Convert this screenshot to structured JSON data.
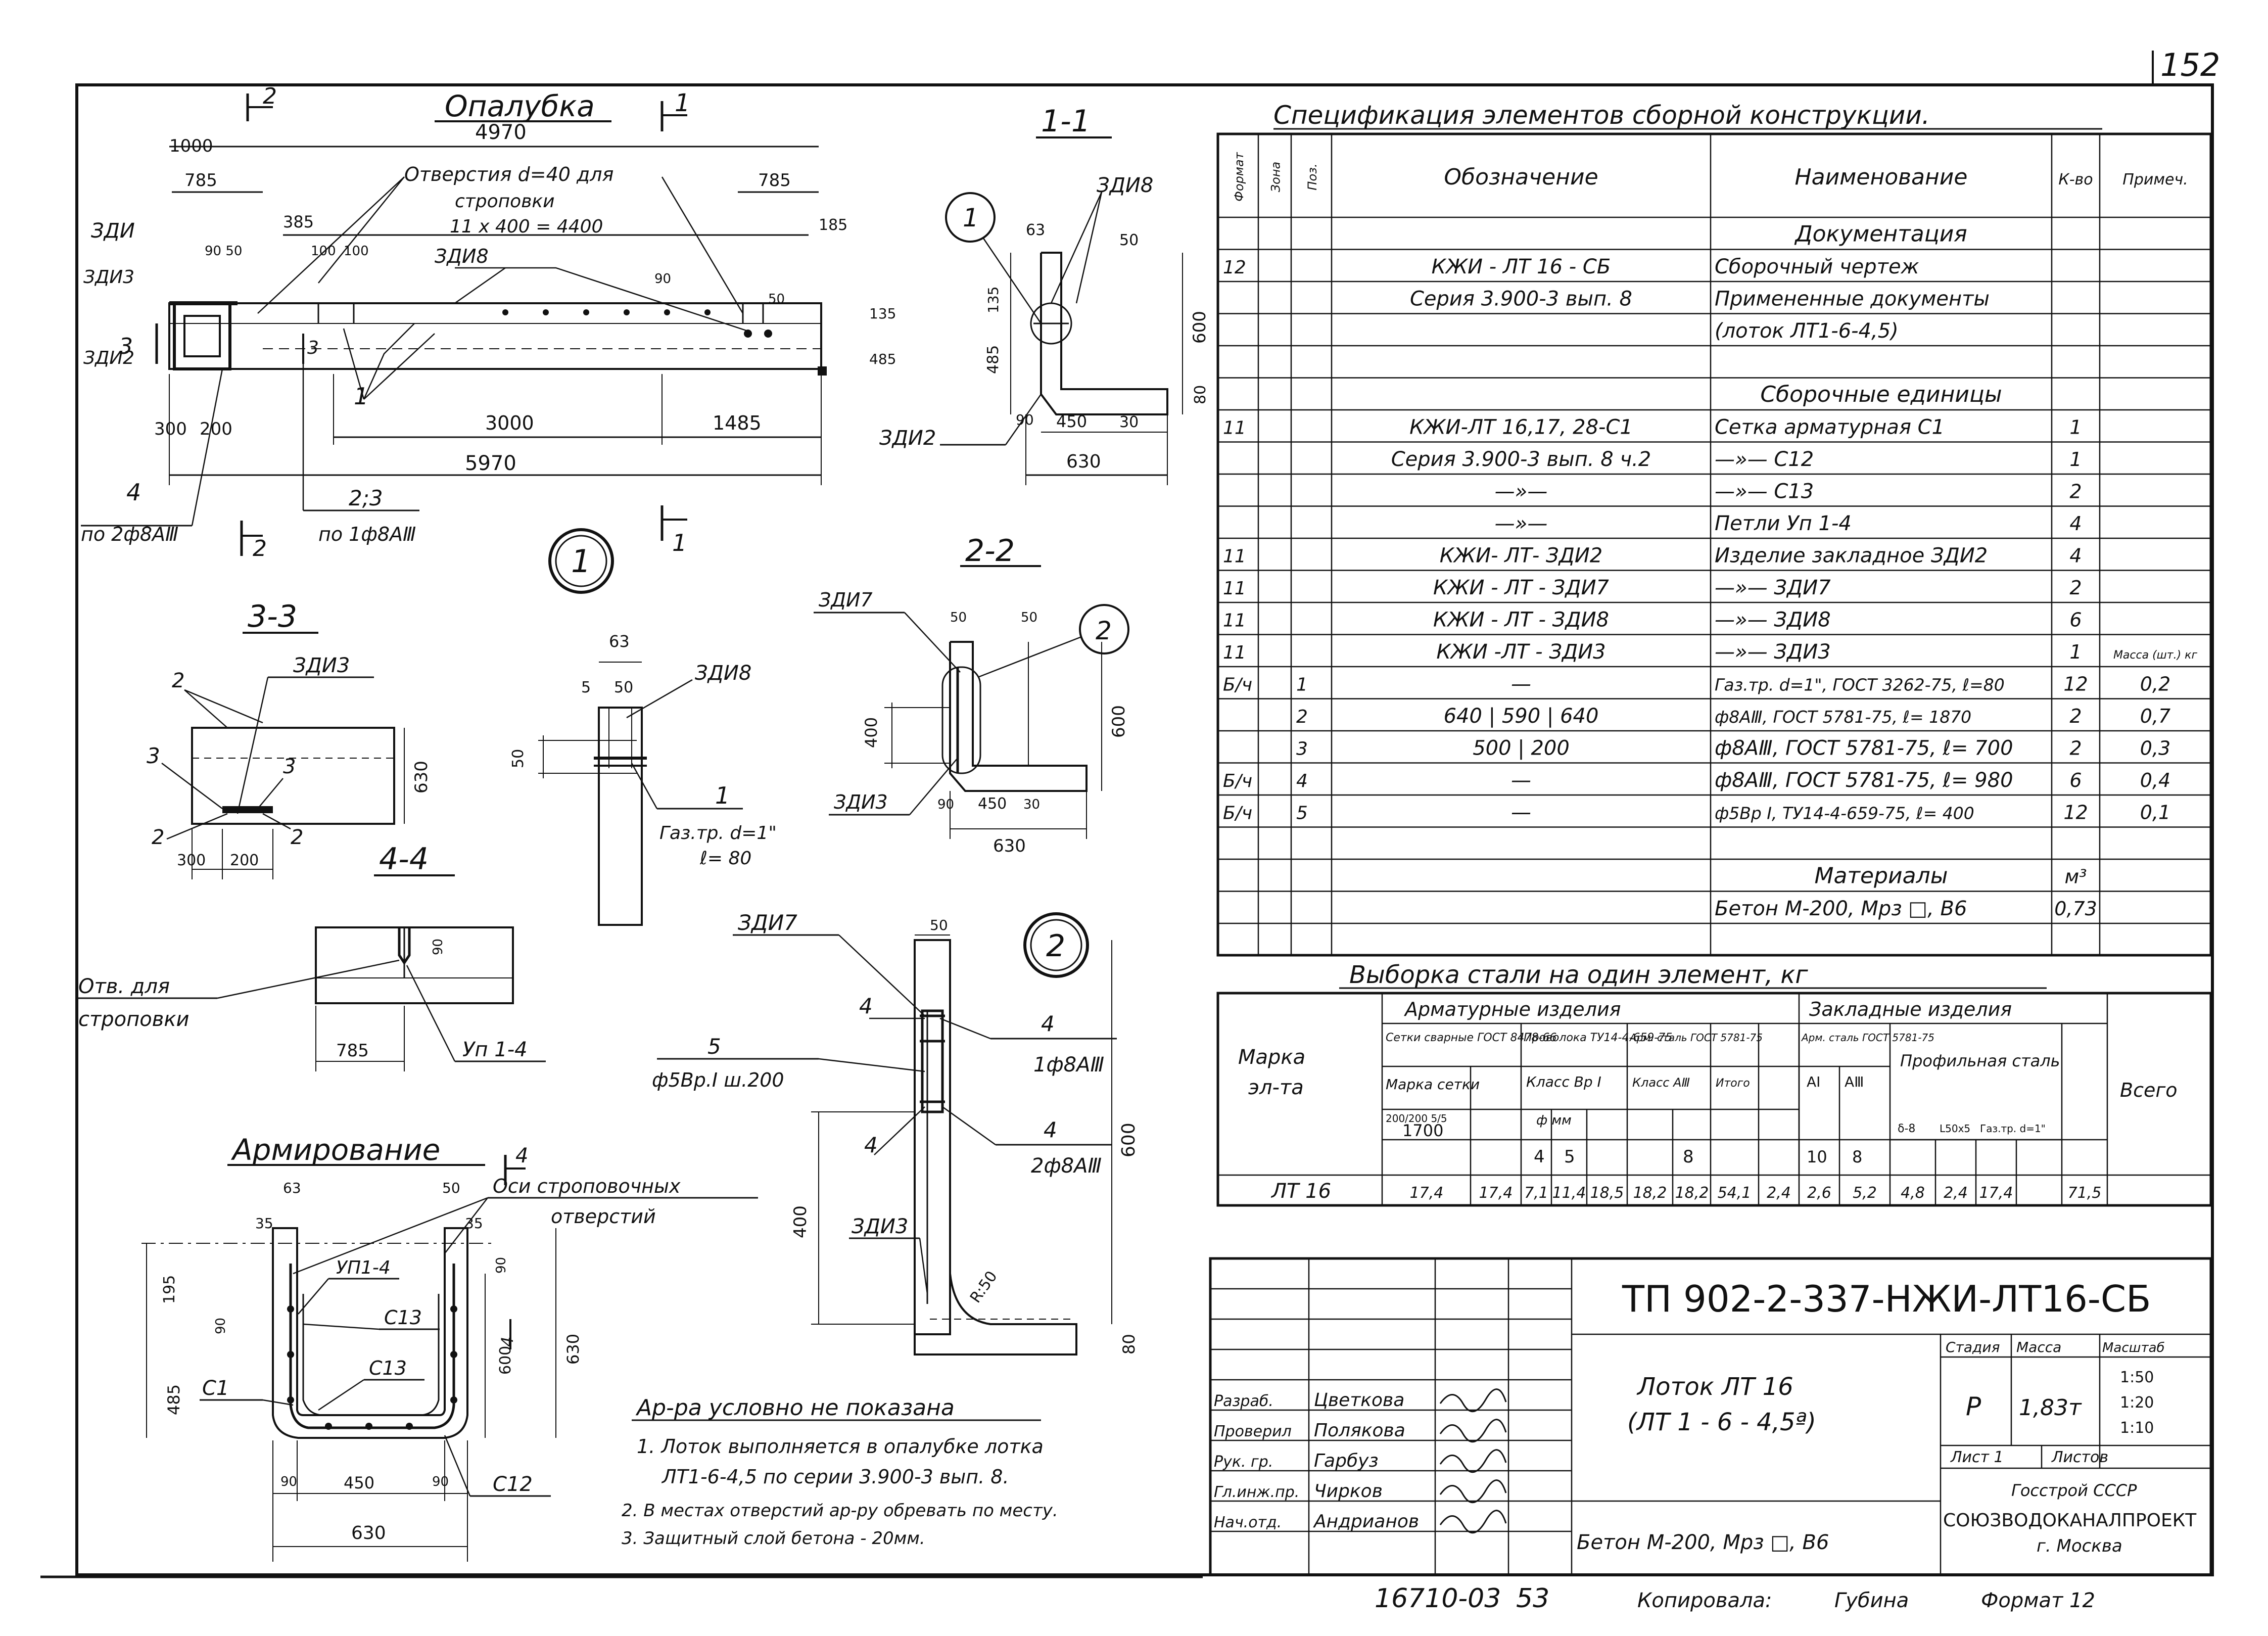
{
  "page_number": "152",
  "opalubka": {
    "title": "Опалубка",
    "section_mark_2": "2",
    "section_mark_1": "1",
    "dim_total_top": "4970",
    "dim_1000": "1000",
    "dim_785_left": "785",
    "dim_785_right": "785",
    "dim_385": "385",
    "dim_185": "185",
    "holes_label_1": "Отверстия d=40 для",
    "holes_label_2": "строповки",
    "holes_spacing": "11 x 400 = 4400",
    "label_zdi": "ЗДИ",
    "label_zdi3": "ЗДИ3",
    "label_zdi2": "ЗДИ2",
    "label_zdi8": "ЗДИ8",
    "label_zdi2_right": "ЗДИ2",
    "dim_90_50": "90 50",
    "dim_100": "100",
    "dim_100b": "100",
    "dim_90": "90",
    "dim_50": "50",
    "dim_135": "135",
    "dim_485": "485",
    "section_3": "3",
    "mark_1": "1",
    "dim_300": "300",
    "dim_200": "200",
    "dim_3000": "3000",
    "dim_1485": "1485",
    "dim_5970": "5970",
    "callout_4": "4",
    "callout_4_text": "по 2ф8АⅢ",
    "callout_23": "2;3",
    "callout_23_text": "по 1ф8АⅢ",
    "sect_2_bottom": "2",
    "sect_1_bottom": "1"
  },
  "section_1_1": {
    "title": "1-1",
    "label_zdi8": "ЗДИ8",
    "label_zdi2": "ЗДИ2",
    "dim_63": "63",
    "dim_50": "50",
    "dim_135": "135",
    "dim_485": "485",
    "dim_600": "600",
    "dim_80": "80",
    "dim_90": "90",
    "dim_450": "450",
    "dim_30": "30",
    "dim_630": "630",
    "node_1": "1"
  },
  "node_1_big": "1",
  "detail_node1": {
    "dim_63": "63",
    "dim_5": "5",
    "dim_50": "50",
    "dim_50_side": "50",
    "label_zdi8": "ЗДИ8",
    "callout": "1",
    "pipe_1": "Газ.тр. d=1\"",
    "pipe_2": "ℓ= 80"
  },
  "section_3_3": {
    "title": "3-3",
    "label_zdi3": "ЗДИ3",
    "mark_2_top": "2",
    "mark_3_left": "3",
    "mark_3_mid": "3",
    "mark_2_left": "2",
    "mark_2_right": "2",
    "dim_630": "630",
    "dim_300": "300",
    "dim_200": "200"
  },
  "section_4_4": {
    "title": "4-4",
    "hole_label_1": "Отв. для",
    "hole_label_2": "строповки",
    "dim_90": "90",
    "dim_785": "785",
    "loop": "Уп 1-4"
  },
  "section_2_2": {
    "title": "2-2",
    "label_zdi7": "ЗДИ7",
    "label_zdi3": "ЗДИ3",
    "dim_50a": "50",
    "dim_50b": "50",
    "dim_400": "400",
    "dim_600": "600",
    "dim_90": "90",
    "dim_450": "450",
    "dim_30": "30",
    "dim_630": "630",
    "node_2": "2"
  },
  "detail_node2": {
    "node_2": "2",
    "dim_50": "50",
    "label_zdi7": "ЗДИ7",
    "label_zdi3": "ЗДИ3",
    "mark_4a": "4",
    "mark_4b": "4",
    "mark_4c": "4",
    "mark_4d": "4",
    "mark_5": "5",
    "rebar_5": "ф5Вр.I ш.200",
    "rebar_4a": "1ф8АⅢ",
    "rebar_4b": "2ф8АⅢ",
    "dim_400": "400",
    "dim_600": "600",
    "dim_80": "80",
    "dim_r": "R:50"
  },
  "armirovanie": {
    "title": "Армирование",
    "dim_63": "63",
    "dim_35a": "35",
    "dim_50": "50",
    "dim_35b": "35",
    "mark_4": "4",
    "axes_1": "Оси строповочных",
    "axes_2": "отверстий",
    "loop": "УП1-4",
    "c13a": "С13",
    "c13b": "С13",
    "c1": "С1",
    "c12": "С12",
    "dim_195": "195",
    "dim_90a": "90",
    "dim_485": "485",
    "dim_600": "600",
    "dim_630v": "630",
    "dim_90b": "90",
    "dim_90c": "90",
    "dim_450": "450",
    "dim_90d": "90",
    "dim_630": "630",
    "mark_4b": "4"
  },
  "notes": {
    "heading": "Ар-ра условно не показана",
    "n1a": "1. Лоток выполняется в опалубке лотка",
    "n1b": "ЛТ1-6-4,5 по серии 3.900-3 вып. 8.",
    "n2": "2. В местах отверстий ар-ру обревать по месту.",
    "n3": "3. Защитный слой бетона - 20мм."
  },
  "spec": {
    "title": "Спецификация элементов сборной конструкции.",
    "headers": [
      "Формат",
      "Зона",
      "Поз.",
      "Обозначение",
      "Наименование",
      "К-во",
      "Примеч."
    ],
    "rows": [
      [
        "",
        "",
        "",
        "",
        "Документация",
        "",
        ""
      ],
      [
        "12",
        "",
        "",
        "КЖИ - ЛТ 16 - СБ",
        "Сборочный чертеж",
        "",
        ""
      ],
      [
        "",
        "",
        "",
        "Серия 3.900-3 вып. 8",
        "Примененные документы",
        "",
        ""
      ],
      [
        "",
        "",
        "",
        "",
        "(лоток ЛТ1-6-4,5)",
        "",
        ""
      ],
      [
        "",
        "",
        "",
        "",
        "",
        "",
        ""
      ],
      [
        "",
        "",
        "",
        "",
        "Сборочные единицы",
        "",
        ""
      ],
      [
        "11",
        "",
        "",
        "КЖИ-ЛТ 16,17, 28-С1",
        "Сетка арматурная С1",
        "1",
        ""
      ],
      [
        "",
        "",
        "",
        "Серия 3.900-3 вып. 8 ч.2",
        "—»— С12",
        "1",
        ""
      ],
      [
        "",
        "",
        "",
        "—»—",
        "—»— С13",
        "2",
        ""
      ],
      [
        "",
        "",
        "",
        "—»—",
        "Петли Уп 1-4",
        "4",
        ""
      ],
      [
        "11",
        "",
        "",
        "КЖИ- ЛТ- ЗДИ2",
        "Изделие закладное ЗДИ2",
        "4",
        ""
      ],
      [
        "11",
        "",
        "",
        "КЖИ - ЛТ - ЗДИ7",
        "—»— ЗДИ7",
        "2",
        ""
      ],
      [
        "11",
        "",
        "",
        "КЖИ - ЛТ - ЗДИ8",
        "—»— ЗДИ8",
        "6",
        ""
      ],
      [
        "11",
        "",
        "",
        "КЖИ -ЛТ - ЗДИ3",
        "—»— ЗДИ3",
        "1",
        "Масса (шт.) кг"
      ],
      [
        "Б/ч",
        "",
        "1",
        "—",
        "Газ.тр. d=1\", ГОСТ 3262-75, ℓ=80",
        "12",
        "0,2"
      ],
      [
        "",
        "",
        "2",
        "640 | 590 | 640",
        "ф8АⅢ, ГОСТ 5781-75, ℓ= 1870",
        "2",
        "0,7"
      ],
      [
        "",
        "",
        "3",
        "500 | 200",
        "ф8АⅢ, ГОСТ 5781-75, ℓ= 700",
        "2",
        "0,3"
      ],
      [
        "Б/ч",
        "",
        "4",
        "—",
        "ф8АⅢ, ГОСТ 5781-75, ℓ= 980",
        "6",
        "0,4"
      ],
      [
        "Б/ч",
        "",
        "5",
        "—",
        "ф5Вр I, ТУ14-4-659-75, ℓ= 400",
        "12",
        "0,1"
      ],
      [
        "",
        "",
        "",
        "",
        "",
        "",
        ""
      ],
      [
        "",
        "",
        "",
        "",
        "Материалы",
        "м³",
        ""
      ],
      [
        "",
        "",
        "",
        "",
        "Бетон М-200, Мрз □, В6",
        "0,73",
        ""
      ],
      [
        "",
        "",
        "",
        "",
        "",
        "",
        ""
      ]
    ]
  },
  "steel": {
    "title": "Выборка стали на один элемент, кг",
    "h_mark": "Марка",
    "h_mark2": "эл-та",
    "h_arm": "Арматурные изделия",
    "h_embed": "Закладные изделия",
    "h_total": "Всего",
    "h_mesh": "Сетки сварные ГОСТ 8478-66",
    "h_wire": "Проволока ТУ14-4-659-75",
    "h_rebar": "Арм. сталь ГОСТ 5781-75",
    "h_mark_mesh": "Марка сетки",
    "h_class_bp": "Класс Вр I",
    "h_class_a": "Класс АⅢ",
    "h_itogo": "Итого",
    "h_mesh_sub": "200/200 5/5",
    "h_1700": "1700",
    "h_diam": "ф мм",
    "h_4": "4",
    "h_5": "5",
    "h_8": "8",
    "h_e_steel": "Арм. сталь ГОСТ 5781-75",
    "h_ai": "АI",
    "h_aiii": "АⅢ",
    "h_10": "10",
    "h_8b": "8",
    "h_profile": "Профильная сталь",
    "h_p1": "δ-8",
    "h_p2": "L50x5",
    "h_p3": "Газ.тр. d=1\"",
    "row": [
      "ЛТ 16",
      "17,4",
      "17,4",
      "7,1",
      "11,4",
      "18,5",
      "18,2",
      "18,2",
      "54,1",
      "2,4",
      "2,6",
      "5,2",
      "4,8",
      "2,4",
      "17,4",
      "71,5"
    ]
  },
  "title_block": {
    "code": "ТП 902-2-337-НЖИ-ЛТ16-СБ",
    "name_1": "Лоток ЛТ 16",
    "name_2": "(ЛТ 1 - 6 - 4,5ª)",
    "concrete": "Бетон М-200, Мрз □, В6",
    "h_stage": "Стадия",
    "h_mass": "Масса",
    "h_scale": "Масштаб",
    "stage": "Р",
    "mass": "1,83т",
    "scale_1": "1:50",
    "scale_2": "1:20",
    "scale_3": "1:10",
    "sheet": "Лист 1",
    "sheets": "Листов",
    "org_1": "Госстрой СССР",
    "org_2": "СОЮЗВОДОКАНАЛПРОЕКТ",
    "org_3": "г. Москва",
    "roles": [
      "Разраб.",
      "Проверил",
      "Рук. гр.",
      "Гл.инж.пр.",
      "Нач.отд."
    ],
    "names": [
      "Цветкова",
      "Полякова",
      "Гарбуз",
      "Чирков",
      "Андрианов"
    ]
  },
  "footer": {
    "num": "16710-03",
    "sheet": "53",
    "copied": "Копировала:",
    "copied_name": "Губина",
    "format": "Формат 12"
  }
}
